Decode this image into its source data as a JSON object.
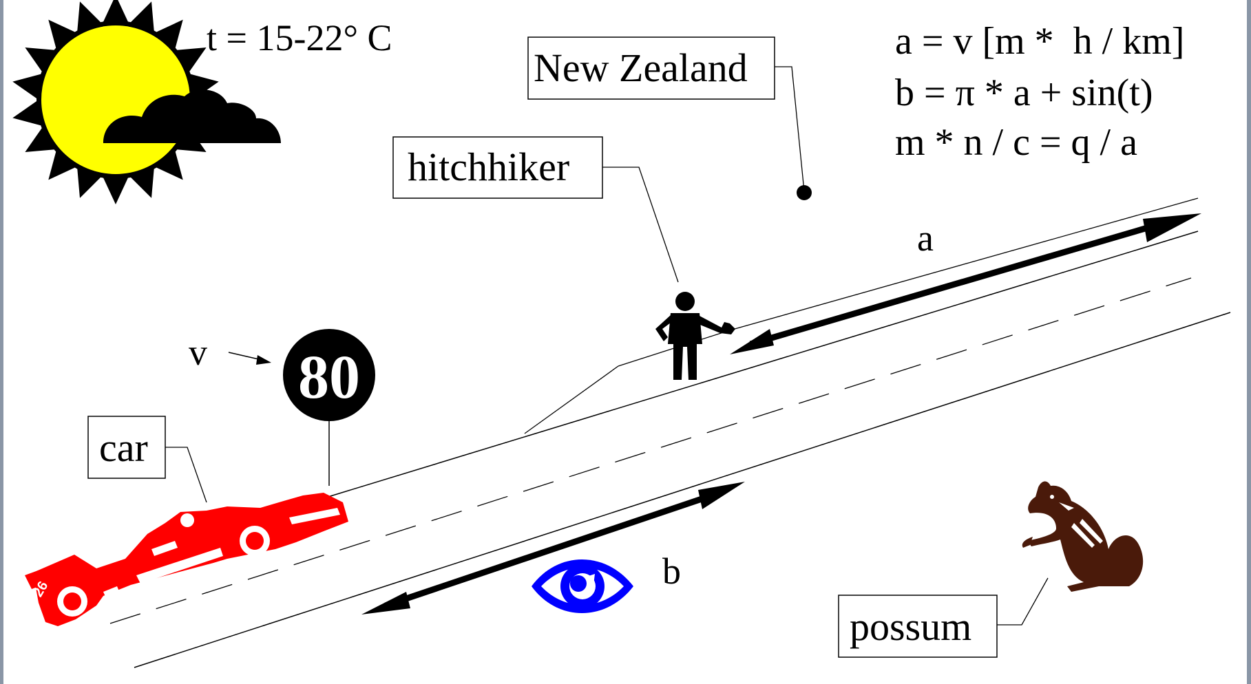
{
  "temperature": "t = 15-22° C",
  "labels": {
    "country": "New Zealand",
    "hitchhiker": "hitchhiker",
    "car": "car",
    "possum": "possum",
    "distance_a": "a",
    "distance_b": "b",
    "speed_var": "v"
  },
  "speed_sign": "80",
  "formulas": [
    "a = v [m *  h / km]",
    "b = π * a + sin(t)",
    "m * n / c = q / a"
  ],
  "car_number": "26",
  "colors": {
    "sun": "#ffff00",
    "car": "#ff0000",
    "eye": "#0000ff",
    "possum": "#4a1a0a",
    "background_edge": "#8a96a6"
  },
  "icons": [
    "sun-icon",
    "cloud-icon",
    "hitchhiker-figure-icon",
    "race-car-icon",
    "eye-icon",
    "possum-icon",
    "speed-sign-icon"
  ]
}
